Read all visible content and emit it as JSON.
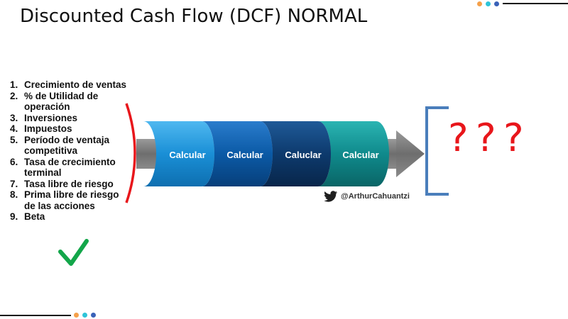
{
  "slide": {
    "title": "Discounted Cash Flow (DCF) NORMAL",
    "inputs": [
      {
        "num": "1.",
        "text": "Crecimiento de ventas"
      },
      {
        "num": "2.",
        "text": "% de Utilidad de operación"
      },
      {
        "num": "3.",
        "text": "Inversiones"
      },
      {
        "num": "4.",
        "text": "Impuestos"
      },
      {
        "num": "5.",
        "text": "Período de ventaja competitiva"
      },
      {
        "num": "6.",
        "text": "Tasa de crecimiento terminal"
      },
      {
        "num": "7.",
        "text": "Tasa libre de riesgo"
      },
      {
        "num": "8.",
        "text": "Prima libre de riesgo de las acciones"
      },
      {
        "num": "9.",
        "text": "Beta"
      }
    ],
    "steps": [
      "Calcular",
      "Calcular",
      "Caluclar",
      "Calcular"
    ],
    "result": [
      "?",
      "?",
      "?"
    ],
    "twitter_handle": "@ArthurCahuantzi"
  },
  "colors": {
    "accent_red": "#e8161b",
    "check_green": "#13a64a",
    "bracket_blue": "#4a7ebb",
    "step_1": "#1a8fd6",
    "step_2": "#0b5aa6",
    "step_3": "#0d3a6d",
    "step_4": "#0f8a8c",
    "arrow_gray": "#7a7a7a",
    "deco_orange": "#f5a04a",
    "deco_cyan": "#2ec4d8",
    "deco_blue": "#3a62b8"
  }
}
